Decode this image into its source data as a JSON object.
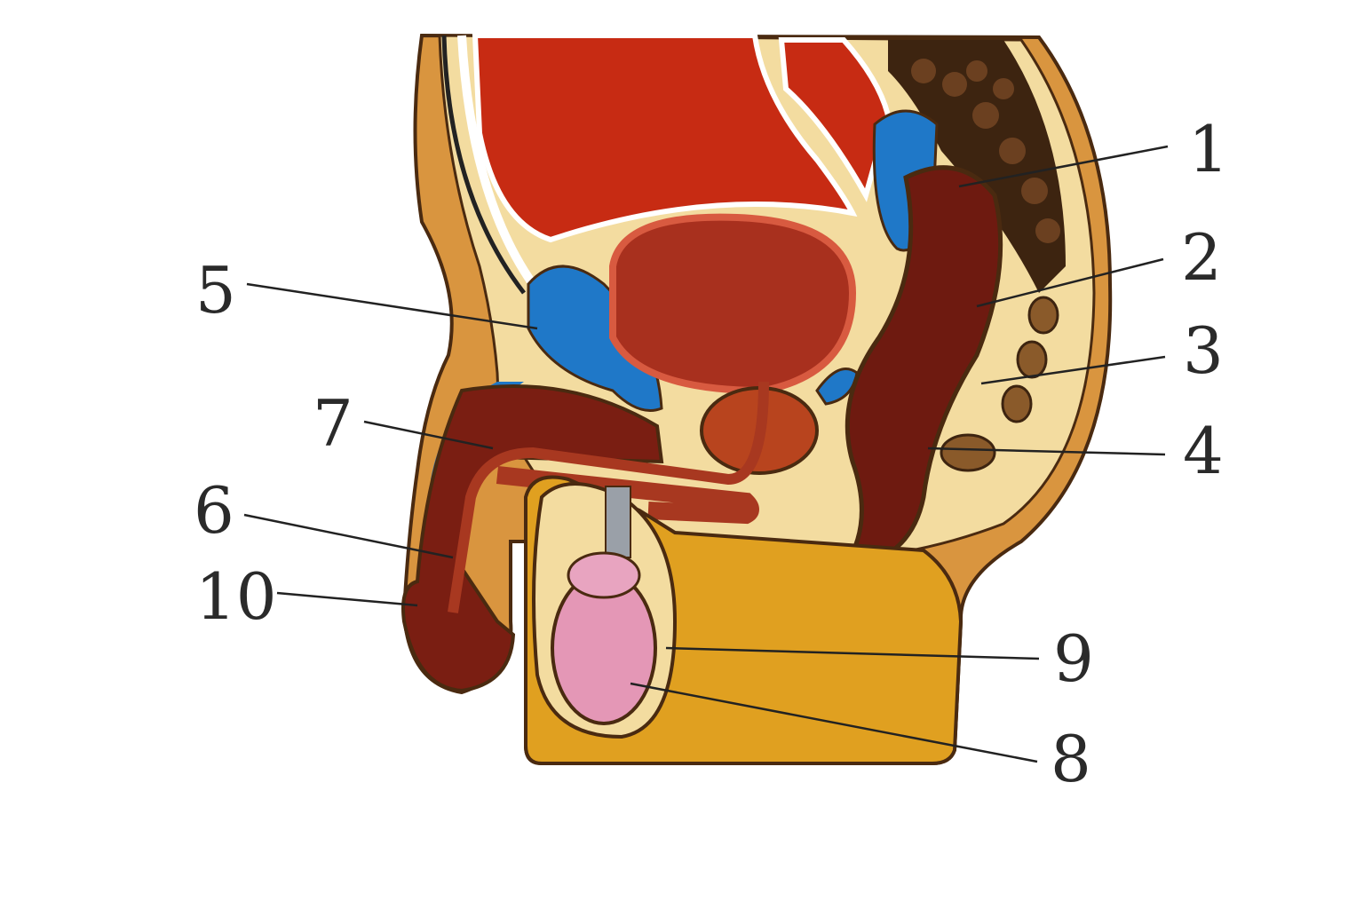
{
  "diagram": {
    "type": "sagittal anatomical section",
    "labels": [
      "1",
      "2",
      "3",
      "4",
      "5",
      "6",
      "7",
      "8",
      "9",
      "10"
    ]
  },
  "colors": {
    "skin": "#d9953f",
    "fat": "#f3dca0",
    "muscle_red": "#c72b13",
    "organ_dark": "#7a1e12",
    "blue": "#1f78c8",
    "pink": "#e497b6",
    "scrotum": "#e0a020"
  }
}
